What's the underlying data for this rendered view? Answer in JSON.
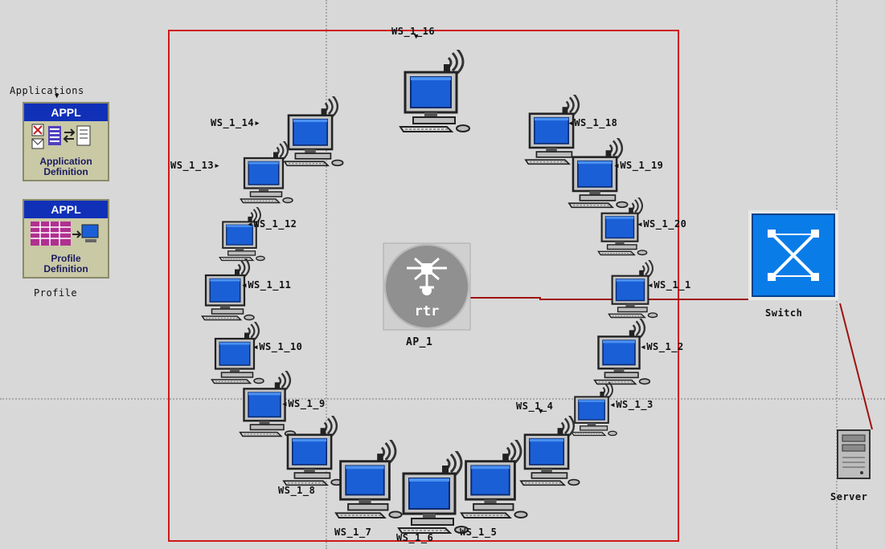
{
  "objects": {
    "applications_label": "Applications",
    "app_def": {
      "header": "APPL",
      "line1": "Application",
      "line2": "Definition"
    },
    "profile_def": {
      "header": "APPL",
      "line1": "Profile",
      "line2": "Definition"
    },
    "profile_label": "Profile"
  },
  "access_point": {
    "label": "AP_1",
    "badge": "rtr"
  },
  "switch": {
    "label": "Switch"
  },
  "server": {
    "label": "Server"
  },
  "workstations": [
    {
      "label": "WS_1_16"
    },
    {
      "label": "WS_1_14"
    },
    {
      "label": "WS_1_18"
    },
    {
      "label": "WS_1_13"
    },
    {
      "label": "WS_1_19"
    },
    {
      "label": "WS_1_12"
    },
    {
      "label": "WS_1_20"
    },
    {
      "label": "WS_1_11"
    },
    {
      "label": "WS_1_1"
    },
    {
      "label": "WS_1_10"
    },
    {
      "label": "WS_1_2"
    },
    {
      "label": "WS_1_9"
    },
    {
      "label": "WS_1_3"
    },
    {
      "label": "WS_1_4"
    },
    {
      "label": "WS_1_8"
    },
    {
      "label": "WS_1_7"
    },
    {
      "label": "WS_1_6"
    },
    {
      "label": "WS_1_5"
    }
  ],
  "colors": {
    "subnet_border": "#d01818",
    "link": "#a01010",
    "screen": "#1a5fd6",
    "switch": "#0a7ce8"
  }
}
